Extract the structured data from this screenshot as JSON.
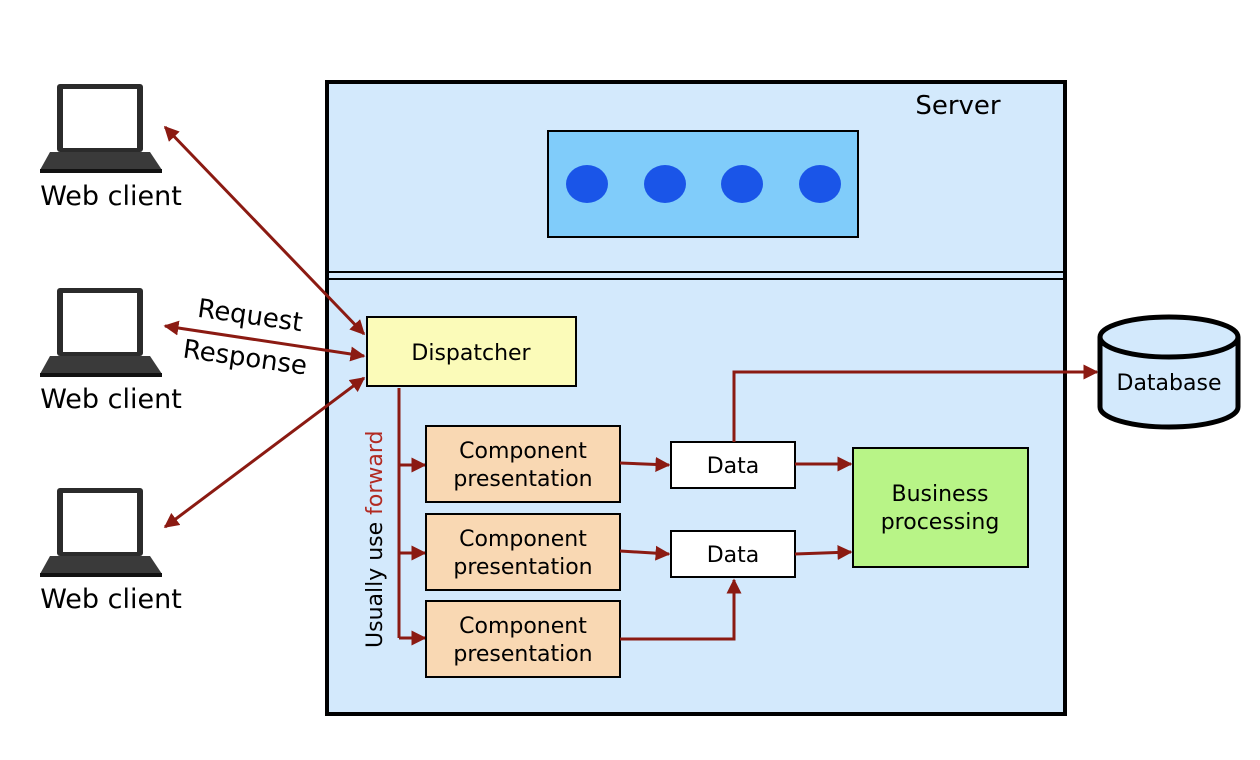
{
  "server": {
    "title": "Server",
    "upper_panel": {
      "dot_count": 4,
      "dot_color": "#1a55e8",
      "panel_color": "#80ccfa"
    },
    "background_color": "#d3e9fc"
  },
  "clients": [
    {
      "label": "Web client"
    },
    {
      "label": "Web client"
    },
    {
      "label": "Web client"
    }
  ],
  "request_label": "Request",
  "response_label": "Response",
  "dispatcher": {
    "label": "Dispatcher",
    "color": "#fbfbb9"
  },
  "forward_note": {
    "prefix": "Usually use ",
    "highlight": "forward",
    "highlight_color": "#b22a22"
  },
  "components": [
    {
      "line1": "Component",
      "line2": "presentation"
    },
    {
      "line1": "Component",
      "line2": "presentation"
    },
    {
      "line1": "Component",
      "line2": "presentation"
    }
  ],
  "component_color": "#f9d8b3",
  "data_boxes": [
    {
      "label": "Data"
    },
    {
      "label": "Data"
    }
  ],
  "business": {
    "line1": "Business",
    "line2": "processing",
    "color": "#b8f487"
  },
  "database": {
    "label": "Database",
    "color": "#d3e9fc"
  },
  "arrow_color": "#8b1a12"
}
